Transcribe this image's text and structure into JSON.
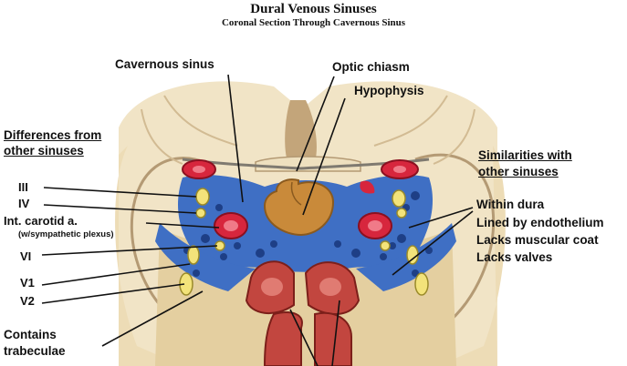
{
  "header": {
    "title": "Dural Venous Sinuses",
    "subtitle": "Coronal Section Through Cavernous Sinus"
  },
  "labels": {
    "cavernous_sinus": "Cavernous sinus",
    "optic_chiasm": "Optic chiasm",
    "hypophysis": "Hypophysis"
  },
  "left_panel": {
    "heading_line1": "Differences from",
    "heading_line2": "other sinuses",
    "items": [
      "III",
      "IV",
      "Int. carotid a.",
      "(w/sympathetic plexus)",
      "VI",
      "V1",
      "V2"
    ],
    "contains_line1": "Contains",
    "contains_line2": "trabeculae"
  },
  "right_panel": {
    "heading_line1": "Similarities with",
    "heading_line2": "other sinuses",
    "items": [
      "Within dura",
      "Lined by endothelium",
      "Lacks muscular coat",
      "Lacks valves"
    ]
  },
  "colors": {
    "sinus_blue": "#3f6fc4",
    "artery_red": "#d7263d",
    "nerve_yellow": "#f3e37a",
    "bone_tan": "#e4cfa0",
    "brain_cream": "#f1e4c6",
    "pituitary_orange": "#c98a3a",
    "sphenoid_red": "#c2463f"
  }
}
